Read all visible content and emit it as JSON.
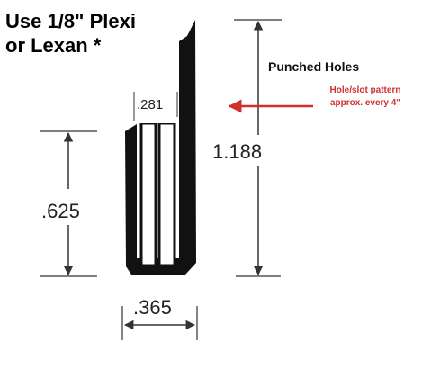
{
  "title": {
    "line1": "Use 1/8\" Plexi",
    "line2": "or Lexan *"
  },
  "callout": {
    "label": "Punched Holes",
    "note_line1": "Hole/slot pattern",
    "note_line2": "approx. every 4\""
  },
  "dimensions": {
    "slot_width": ".281",
    "total_height": "1.188",
    "lip_height": ".625",
    "base_width": ".365"
  },
  "colors": {
    "accent": "#d32f2f",
    "profile": "#111111",
    "lines": "#333333"
  }
}
